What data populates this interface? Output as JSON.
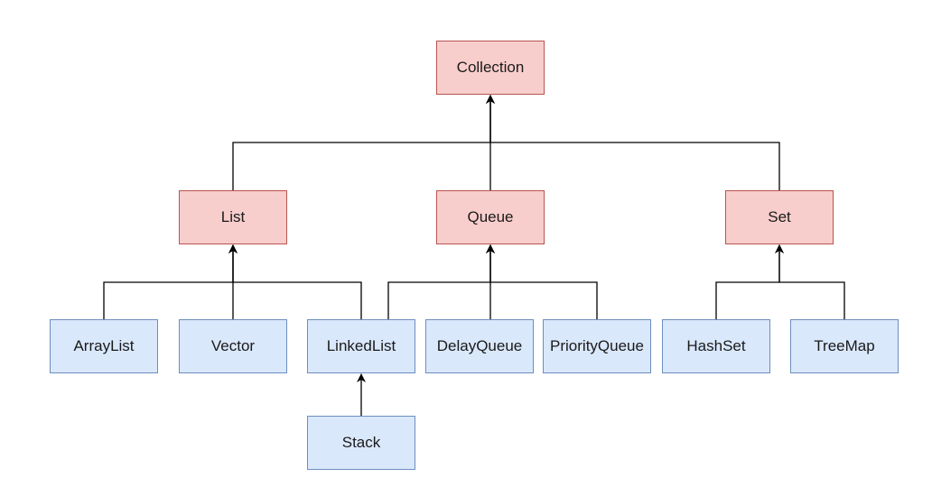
{
  "diagram": {
    "nodes": {
      "collection": "Collection",
      "list": "List",
      "queue": "Queue",
      "set": "Set",
      "arraylist": "ArrayList",
      "vector": "Vector",
      "linkedlist": "LinkedList",
      "delayqueue": "DelayQueue",
      "priorityqueue": "PriorityQueue",
      "hashset": "HashSet",
      "treemap": "TreeMap",
      "stack": "Stack"
    },
    "colors": {
      "interface_fill": "#f8cecc",
      "interface_stroke": "#b85450",
      "impl_fill": "#dae8fc",
      "impl_stroke": "#6c8ebf",
      "connector": "#000000"
    }
  }
}
